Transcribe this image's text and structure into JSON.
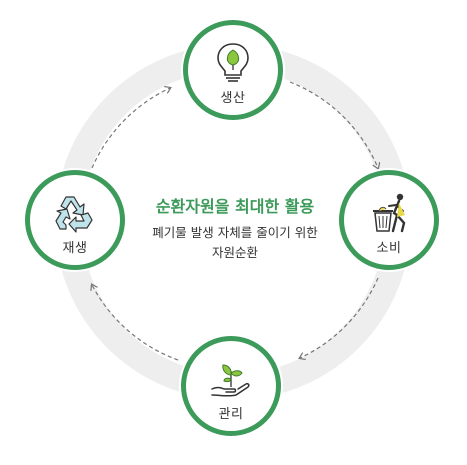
{
  "colors": {
    "accent": "#3c9a5a",
    "ring": "#eeeeee",
    "dashed_arrow": "#777777",
    "text": "#333333"
  },
  "center": {
    "title": "순환자원을 최대한 활용",
    "line1": "폐기물 발생 자체를 줄이기 위한",
    "line2": "자원순환"
  },
  "nodes": {
    "production": {
      "label": "생산",
      "icon": "lightbulb-leaf-icon"
    },
    "consumption": {
      "label": "소비",
      "icon": "trash-bin-person-icon"
    },
    "management": {
      "label": "관리",
      "icon": "hand-sprout-icon"
    },
    "recycling": {
      "label": "재생",
      "icon": "recycle-arrows-icon"
    }
  }
}
